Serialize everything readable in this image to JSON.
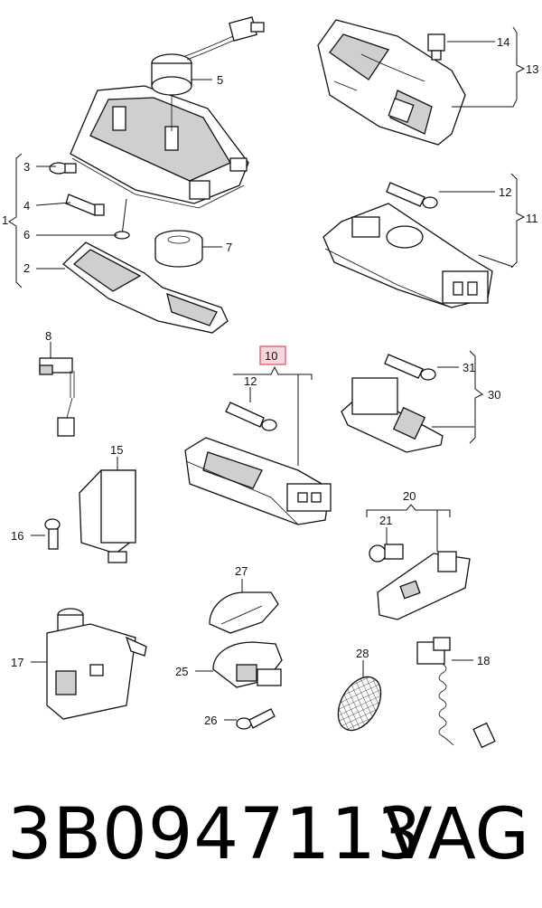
{
  "callouts": {
    "c1": "1",
    "c2": "2",
    "c3": "3",
    "c4": "4",
    "c5": "5",
    "c6": "6",
    "c7": "7",
    "c8": "8",
    "c10": "10",
    "c11": "11",
    "c12a": "12",
    "c12b": "12",
    "c13": "13",
    "c14": "14",
    "c15": "15",
    "c16": "16",
    "c17": "17",
    "c18": "18",
    "c20": "20",
    "c21": "21",
    "c25": "25",
    "c26": "26",
    "c27": "27",
    "c28": "28",
    "c30": "30",
    "c31": "31"
  },
  "highlight_color": "#e0556a",
  "footer": {
    "part_number": "3B0947113",
    "brand": "VAG"
  }
}
